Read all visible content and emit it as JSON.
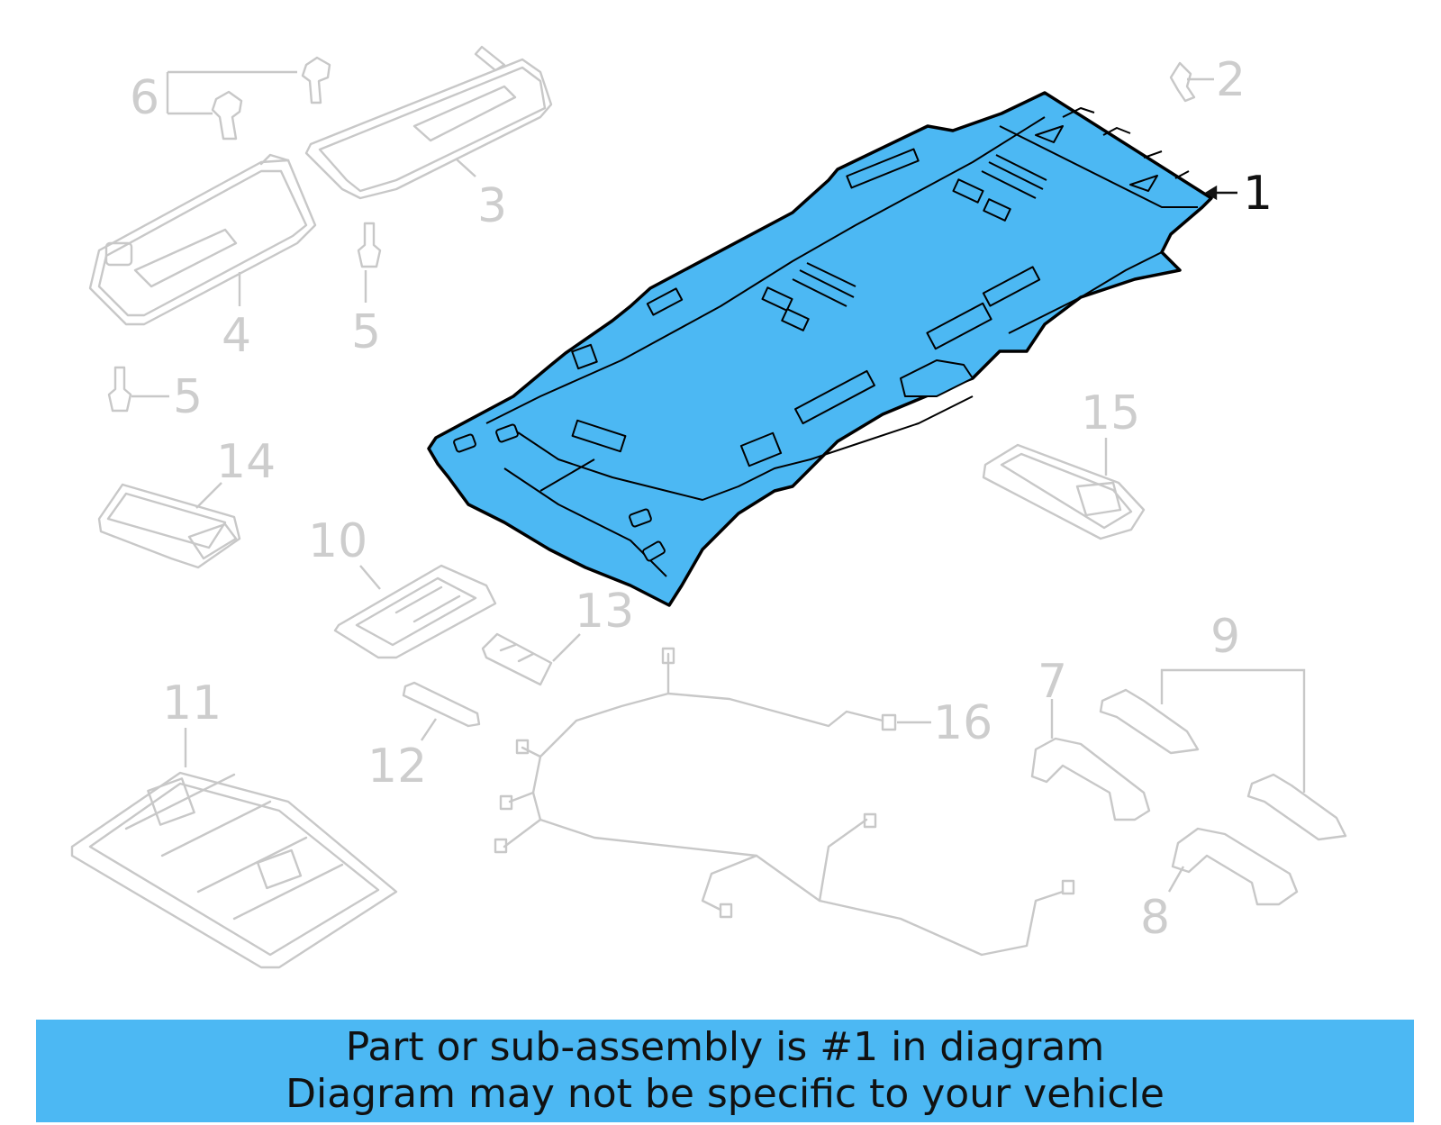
{
  "callouts": [
    {
      "num": "1",
      "highlighted": true
    },
    {
      "num": "2"
    },
    {
      "num": "3"
    },
    {
      "num": "4"
    },
    {
      "num": "5"
    },
    {
      "num": "5"
    },
    {
      "num": "6"
    },
    {
      "num": "7"
    },
    {
      "num": "8"
    },
    {
      "num": "9"
    },
    {
      "num": "10"
    },
    {
      "num": "11"
    },
    {
      "num": "12"
    },
    {
      "num": "13"
    },
    {
      "num": "14"
    },
    {
      "num": "15"
    },
    {
      "num": "16"
    }
  ],
  "colors": {
    "highlight": "#4cb8f3",
    "ghost_lines": "#c8c8c8",
    "ghost_text": "#cdcdcd",
    "text": "#111111"
  },
  "banner": {
    "line1": "Part or sub-assembly is #1 in diagram",
    "line2": "Diagram may not be specific to your vehicle"
  }
}
